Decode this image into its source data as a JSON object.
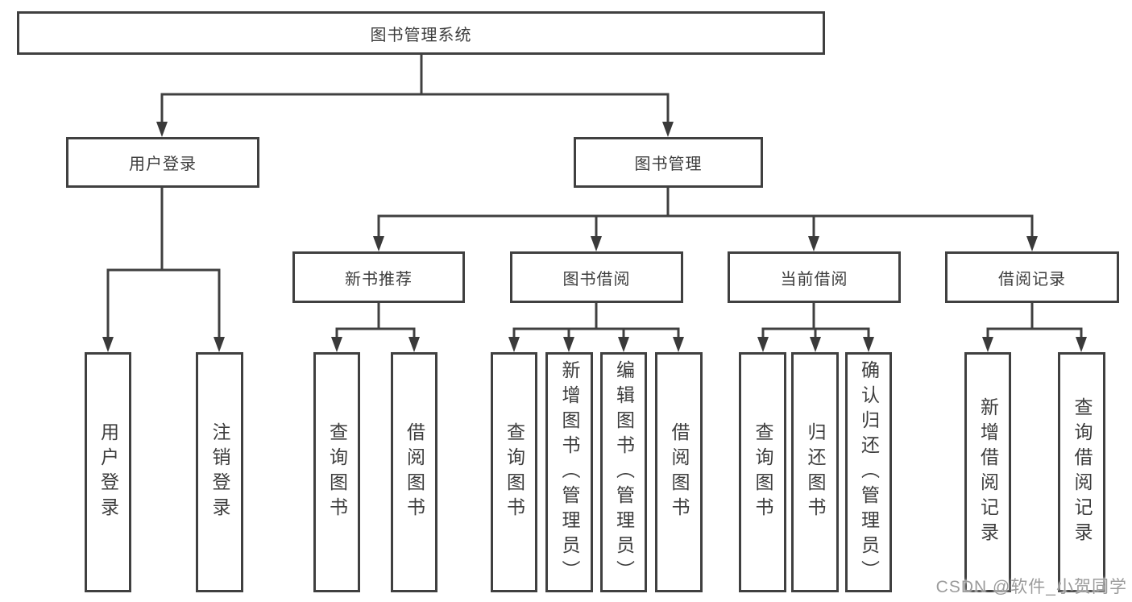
{
  "diagram": {
    "root": {
      "label": "图书管理系统"
    },
    "branches": [
      {
        "label": "用户登录",
        "children": [
          {
            "label": "用户登录"
          },
          {
            "label": "注销登录"
          }
        ]
      },
      {
        "label": "图书管理",
        "children": [
          {
            "label": "新书推荐",
            "children": [
              {
                "label": "查询图书"
              },
              {
                "label": "借阅图书"
              }
            ]
          },
          {
            "label": "图书借阅",
            "children": [
              {
                "label": "查询图书"
              },
              {
                "label": "新增图书（管理员）"
              },
              {
                "label": "编辑图书（管理员）"
              },
              {
                "label": "借阅图书"
              }
            ]
          },
          {
            "label": "当前借阅",
            "children": [
              {
                "label": "查询图书"
              },
              {
                "label": "归还图书"
              },
              {
                "label": "确认归还（管理员）"
              }
            ]
          },
          {
            "label": "借阅记录",
            "children": [
              {
                "label": "新增借阅记录"
              },
              {
                "label": "查询借阅记录"
              }
            ]
          }
        ]
      }
    ]
  },
  "watermark": {
    "text": "CSDN @软件_小贺同学"
  },
  "colors": {
    "line": "#404040",
    "box_border": "#404040",
    "text": "#3d3d3d",
    "watermark": "#9b9b9b",
    "background": "#ffffff"
  }
}
